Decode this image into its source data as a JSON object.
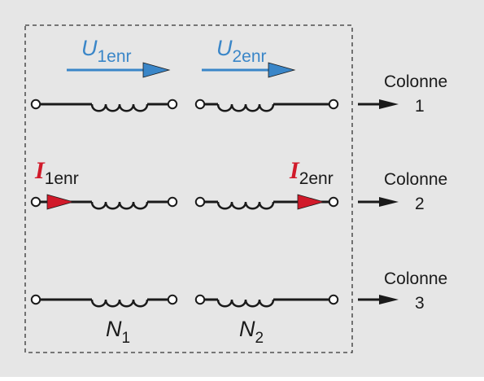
{
  "colors": {
    "background": "#e6e6e6",
    "wire": "#1a1a1a",
    "voltage_arrow": "#3a86c8",
    "current_arrow": "#d11a2a",
    "dashed_border": "#333333"
  },
  "voltages": {
    "u1_symbol": "U",
    "u1_subscript": "1enr",
    "u2_symbol": "U",
    "u2_subscript": "2enr"
  },
  "currents": {
    "i1_symbol": "I",
    "i1_subscript": "1enr",
    "i2_symbol": "I",
    "i2_subscript": "2enr"
  },
  "windings": {
    "n1_symbol": "N",
    "n1_subscript": "1",
    "n2_symbol": "N",
    "n2_subscript": "2"
  },
  "columns": [
    {
      "label": "Colonne",
      "number": "1"
    },
    {
      "label": "Colonne",
      "number": "2"
    },
    {
      "label": "Colonne",
      "number": "3"
    }
  ]
}
